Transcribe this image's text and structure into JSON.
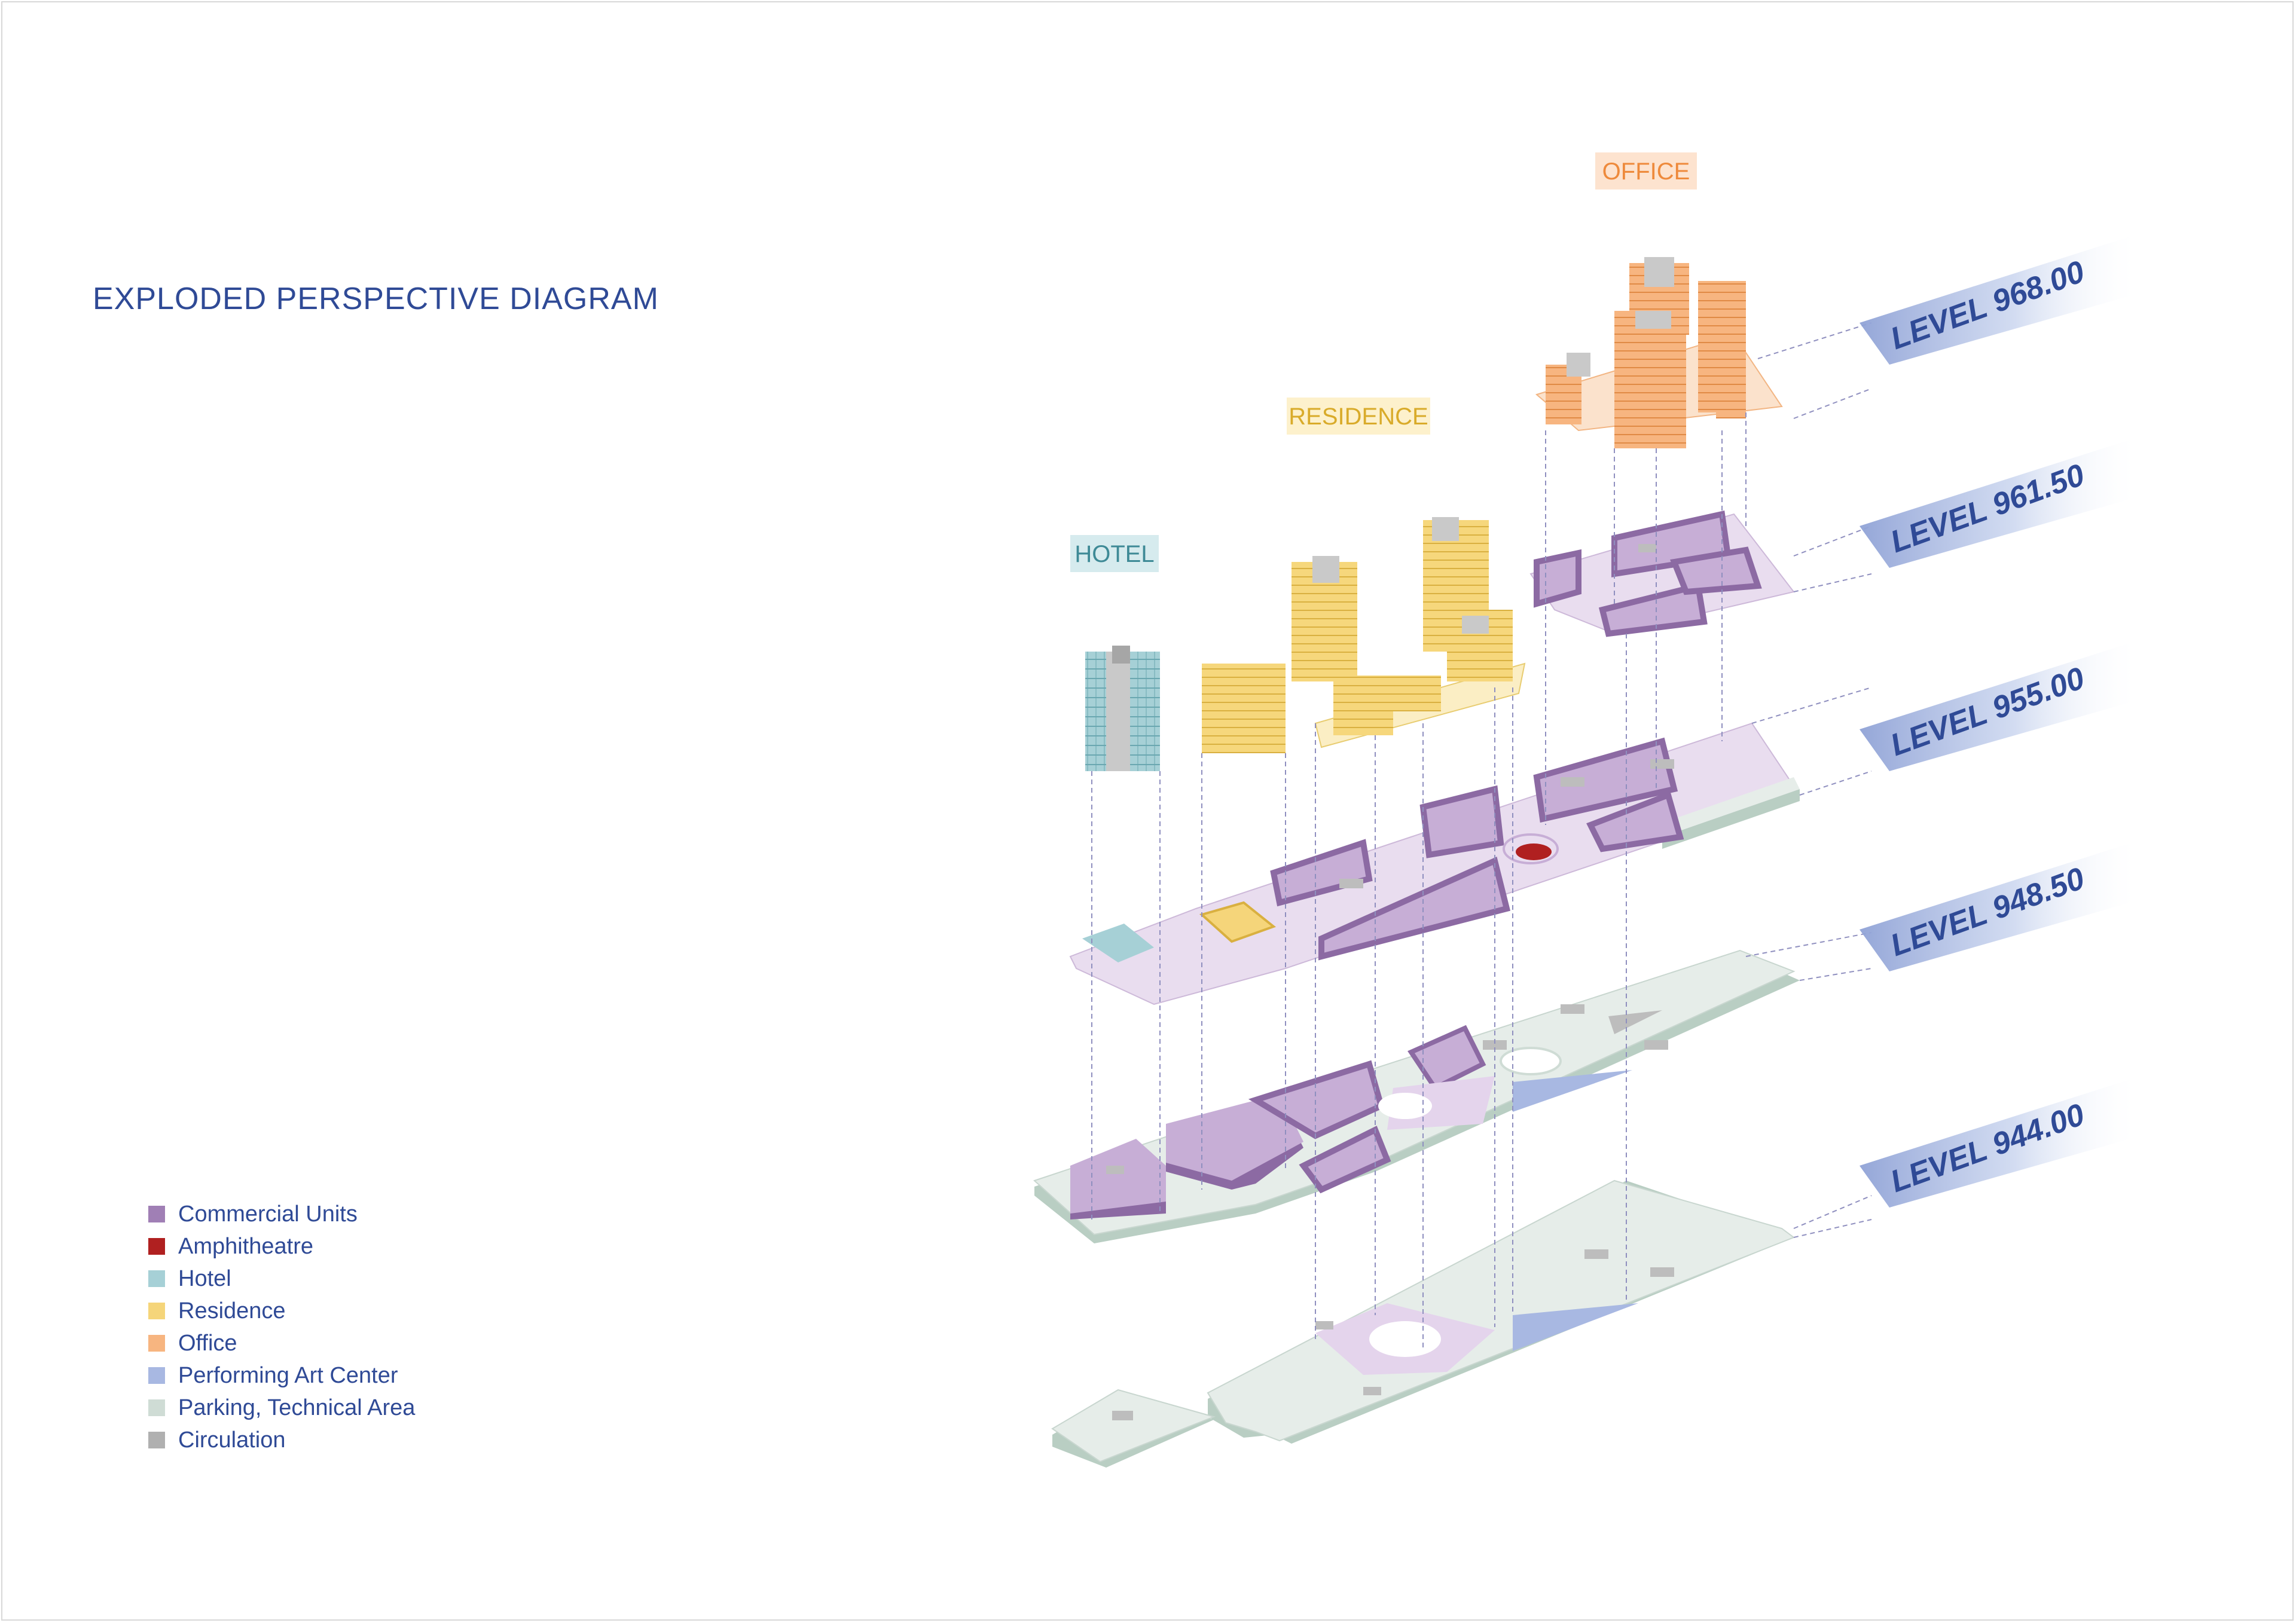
{
  "title": "EXPLODED PERSPECTIVE DIAGRAM",
  "colors": {
    "commercial": "#a07fb5",
    "amphitheatre": "#b02020",
    "hotel": "#a6d0d6",
    "residence": "#f5d57a",
    "office": "#f7b580",
    "performing": "#a8b8e2",
    "parking": "#cfdcd5",
    "circulation": "#b0b0b0",
    "text": "#2f4a96"
  },
  "zones": {
    "hotel": "HOTEL",
    "residence": "RESIDENCE",
    "office": "OFFICE"
  },
  "levels": [
    {
      "label": "LEVEL 968.00"
    },
    {
      "label": "LEVEL 961.50"
    },
    {
      "label": "LEVEL 955.00"
    },
    {
      "label": "LEVEL 948.50"
    },
    {
      "label": "LEVEL 944.00"
    }
  ],
  "legend": [
    {
      "label": "Commercial Units",
      "color": "#a07fb5"
    },
    {
      "label": "Amphitheatre",
      "color": "#b02020"
    },
    {
      "label": "Hotel",
      "color": "#a6d0d6"
    },
    {
      "label": "Residence",
      "color": "#f5d57a"
    },
    {
      "label": "Office",
      "color": "#f7b580"
    },
    {
      "label": "Performing Art Center",
      "color": "#a8b8e2"
    },
    {
      "label": "Parking, Technical Area",
      "color": "#cfdcd5"
    },
    {
      "label": "Circulation",
      "color": "#b0b0b0"
    }
  ]
}
